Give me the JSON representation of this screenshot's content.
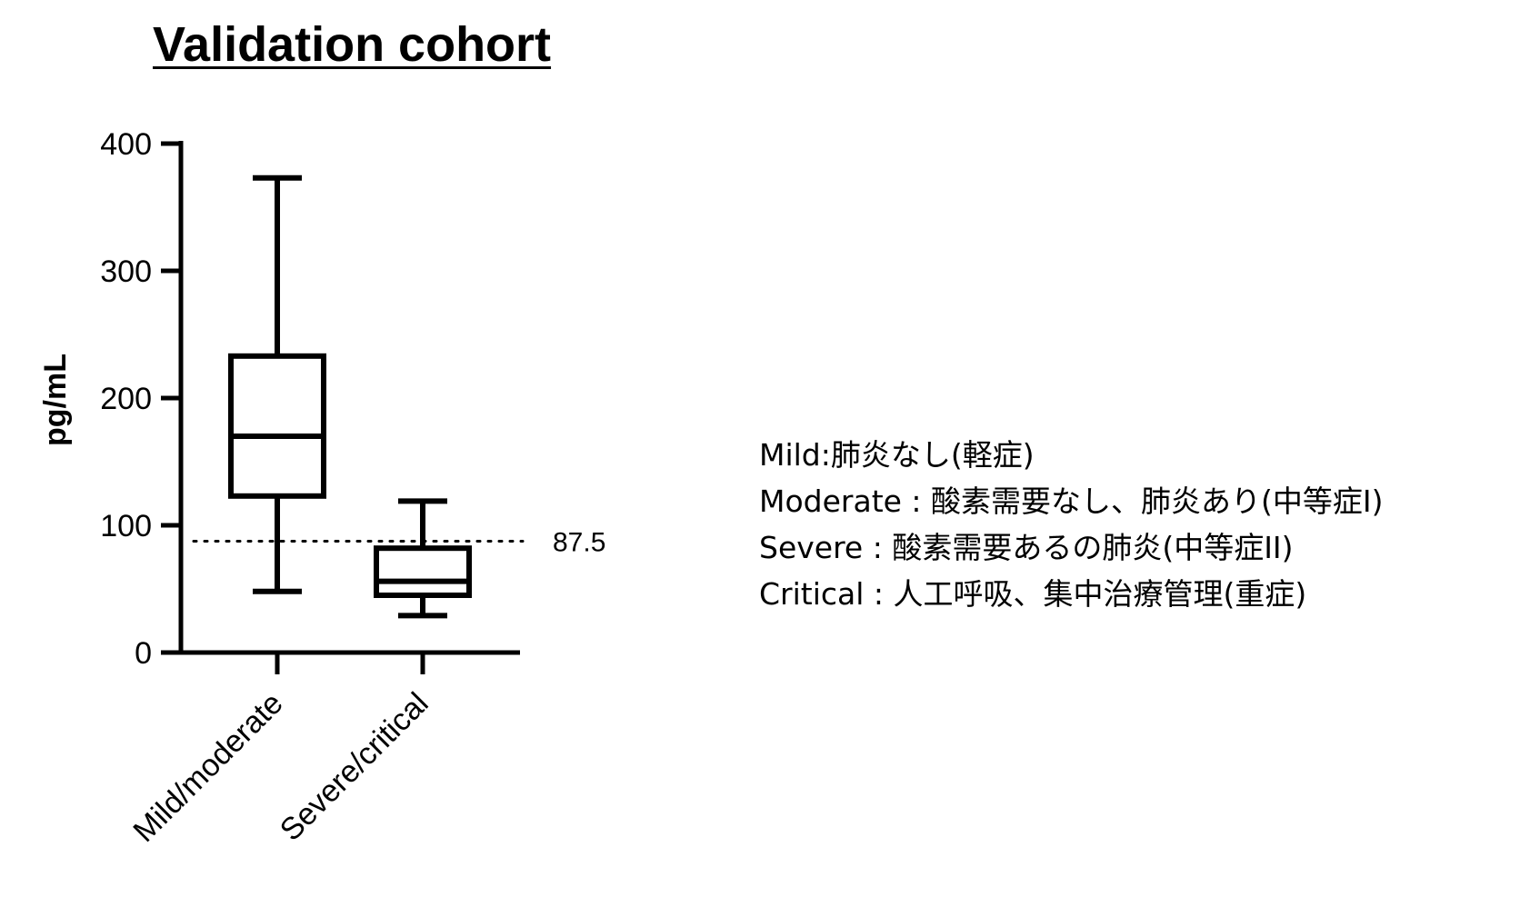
{
  "chart_data": {
    "type": "box",
    "title": "Validation cohort",
    "xlabel": "",
    "ylabel": "pg/mL",
    "ylim": [
      0,
      400
    ],
    "yticks": [
      "0",
      "100",
      "200",
      "300",
      "400"
    ],
    "categories": [
      "Mild/moderate",
      "Severe/critical"
    ],
    "boxes": [
      {
        "category": "Mild/moderate",
        "min": 48,
        "q1": 123,
        "median": 170,
        "q3": 233,
        "max": 373
      },
      {
        "category": "Severe/critical",
        "min": 29,
        "q1": 45,
        "median": 56,
        "q3": 82,
        "max": 119
      }
    ],
    "reference_line": {
      "value": 87.5,
      "label": "87.5",
      "style": "dotted"
    },
    "grid": false,
    "legend_position": "right",
    "notes": [
      "Mild:肺炎なし(軽症)",
      "Moderate : 酸素需要なし、肺炎あり(中等症I)",
      "Severe :  酸素需要あるの肺炎(中等症II)",
      "Critical : 人工呼吸、集中治療管理(重症)"
    ]
  }
}
